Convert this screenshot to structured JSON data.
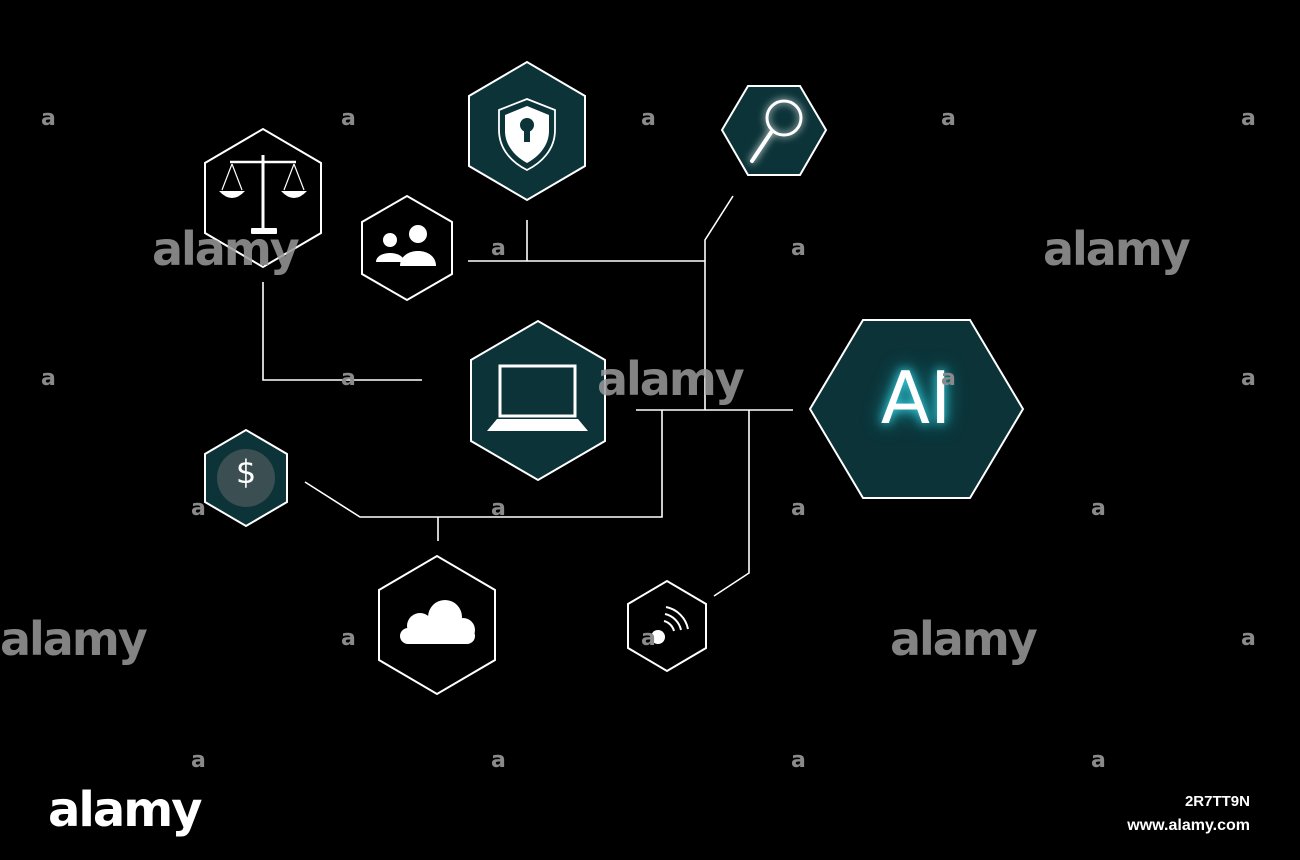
{
  "nodes": {
    "ai": {
      "label": "AI"
    },
    "finance": {
      "symbol": "$"
    },
    "law": {
      "icon": "scales-icon"
    },
    "security": {
      "icon": "shield-lock-icon"
    },
    "search": {
      "icon": "magnifier-icon"
    },
    "users": {
      "icon": "users-icon"
    },
    "computer": {
      "icon": "laptop-icon"
    },
    "cloud": {
      "icon": "cloud-icon"
    },
    "wireless": {
      "icon": "wifi-signal-icon"
    }
  },
  "watermark": {
    "letter": "a",
    "word": "alamy"
  },
  "footer": {
    "brand": "alamy",
    "image_id": "2R7TT9N",
    "url": "www.alamy.com"
  },
  "colors": {
    "background": "#000000",
    "hex_fill": "#0b3338",
    "line": "#ffffff",
    "glow": "#3ee0f0"
  }
}
